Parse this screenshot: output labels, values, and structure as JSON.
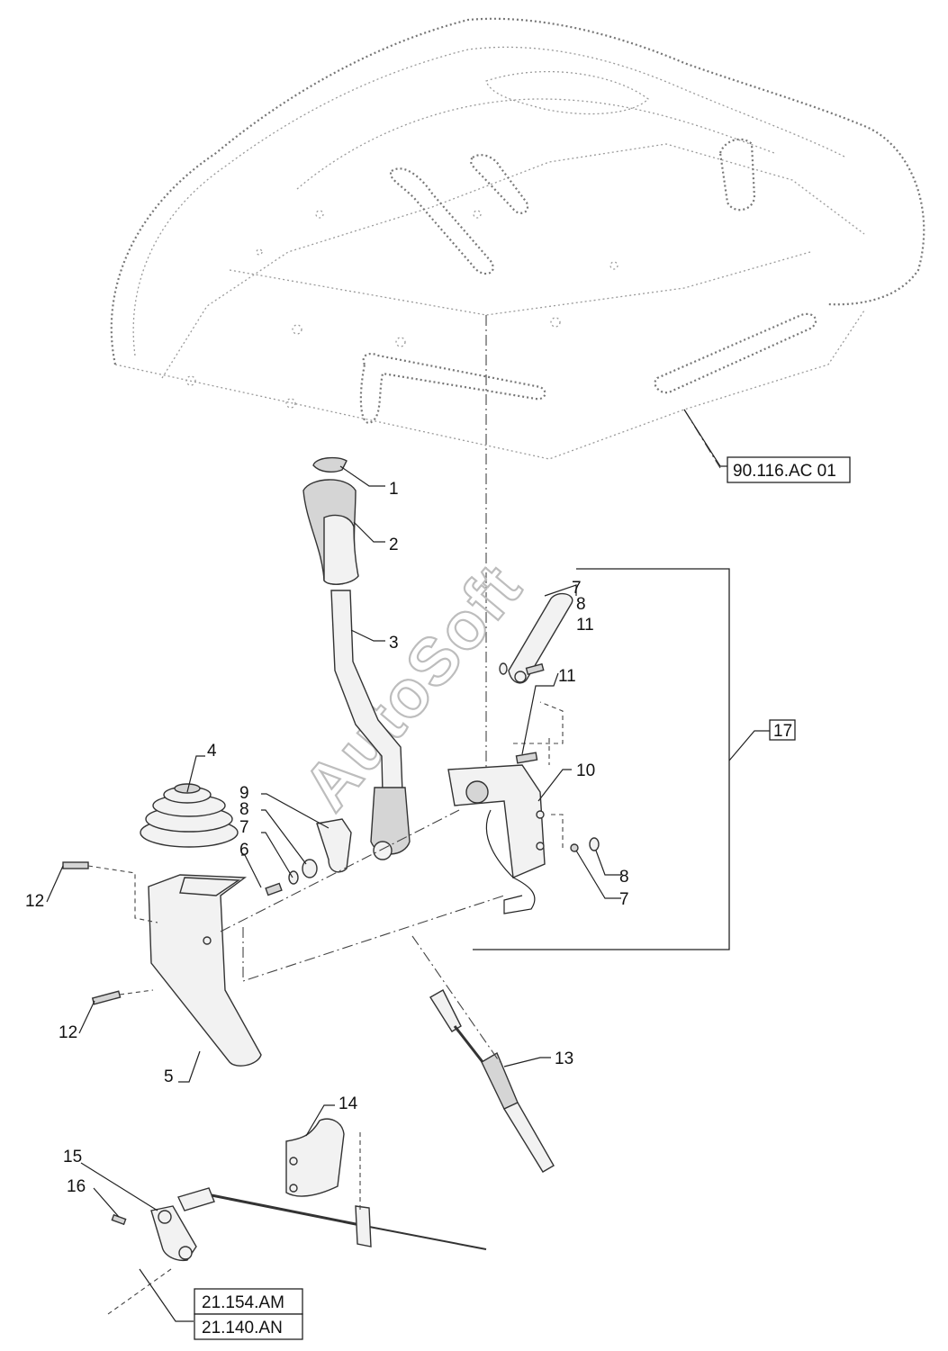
{
  "diagram": {
    "callouts": [
      "1",
      "2",
      "3",
      "4",
      "5",
      "6",
      "7",
      "8",
      "9",
      "10",
      "11",
      "12",
      "13",
      "14",
      "15",
      "16",
      "17"
    ],
    "callout_repeats": {
      "12_b": "12",
      "7_b": "7",
      "8_b": "8",
      "7_c": "7",
      "8_c": "8",
      "11_b": "11"
    },
    "group_reference": "17",
    "references": {
      "seat_platform": "90.116.AC 01",
      "shaft_ref_1": "21.154.AM",
      "shaft_ref_2": "21.140.AN"
    },
    "watermark": "AutoSoft"
  }
}
